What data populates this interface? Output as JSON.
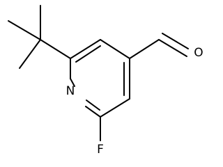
{
  "molecule": {
    "atoms": {
      "nitrogen": "N",
      "fluorine": "F",
      "oxygen": "O"
    },
    "colors": {
      "ink": "#000000",
      "background": "#ffffff"
    }
  }
}
